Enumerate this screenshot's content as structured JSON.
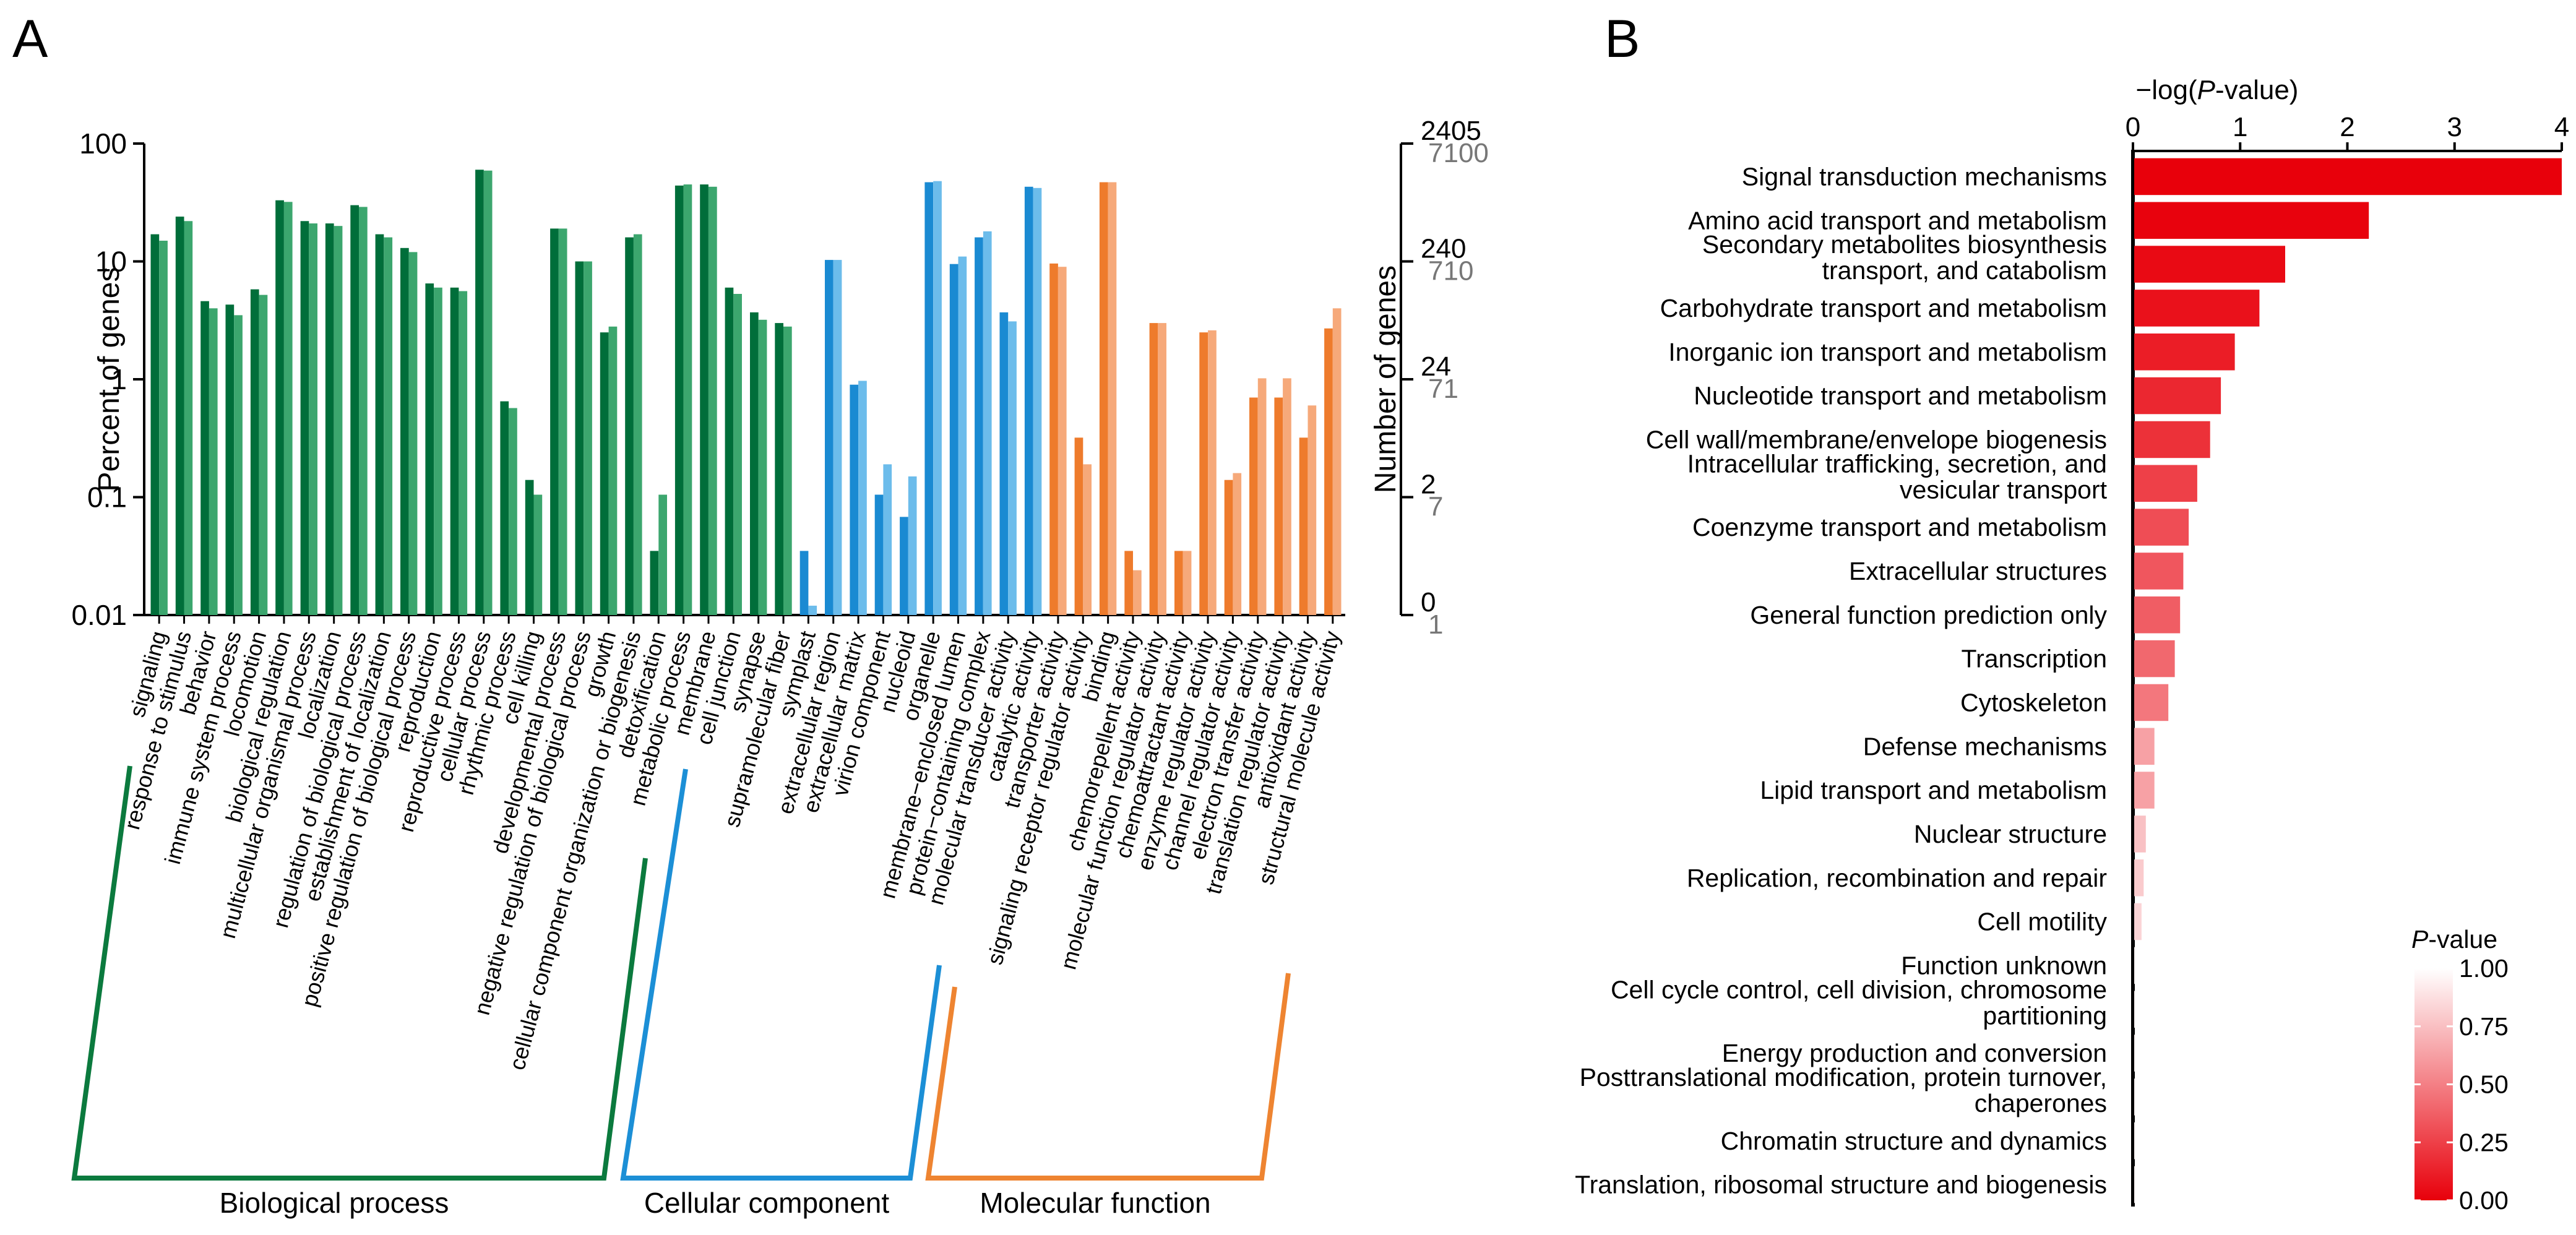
{
  "panels": {
    "a": {
      "letter": "A"
    },
    "b": {
      "letter": "B"
    }
  },
  "colors": {
    "bp_dark": "#006E3A",
    "bp_light": "#3CA66E",
    "cc_dark": "#1A8AD2",
    "cc_light": "#6CBCEB",
    "mf_dark": "#EE7B2C",
    "mf_light": "#F6A97A",
    "bp_bracket": "#0B7A3E",
    "cc_bracket": "#1C8FD6",
    "mf_bracket": "#EE8431",
    "bar_high": "#E8000B",
    "bar_low": "#FFFFFF"
  },
  "chart_data": [
    {
      "type": "bar",
      "panel": "A",
      "ylabel": "Percent of genes",
      "ylabel_right": "Number of genes",
      "yscale": "log",
      "ylim": [
        0.01,
        100
      ],
      "yticks": [
        "100",
        "10",
        "1",
        "0.1",
        "0.01"
      ],
      "right_ticks": [
        {
          "dark": "2405",
          "light": "7100"
        },
        {
          "dark": "240",
          "light": "710"
        },
        {
          "dark": "24",
          "light": "71"
        },
        {
          "dark": "2",
          "light": "7"
        },
        {
          "dark": "0",
          "light": "1"
        }
      ],
      "groups": [
        {
          "name": "Biological process",
          "key": "bp",
          "count": 26
        },
        {
          "name": "Cellular component",
          "key": "cc",
          "count": 10
        },
        {
          "name": "Molecular function",
          "key": "mf",
          "count": 12
        }
      ],
      "categories": [
        "signaling",
        "response to stimulus",
        "behavior",
        "immune system process",
        "locomotion",
        "biological regulation",
        "multicellular organismal process",
        "localization",
        "regulation of biological process",
        "establishment of localization",
        "positive regulation of biological process",
        "reproduction",
        "reproductive process",
        "cellular process",
        "rhythmic process",
        "cell killing",
        "developmental process",
        "negative regulation of biological process",
        "growth",
        "cellular component organization or biogenesis",
        "detoxification",
        "metabolic process",
        "membrane",
        "cell junction",
        "synapse",
        "supramolecular fiber",
        "symplast",
        "extracellular region",
        "extracellular matrix",
        "virion component",
        "nucleoid",
        "organelle",
        "membrane−enclosed lumen",
        "protein−containing complex",
        "molecular transducer activity",
        "catalytic activity",
        "transporter activity",
        "signaling receptor regulator activity",
        "binding",
        "chemorepellent activity",
        "molecular function regulator activity",
        "chemoattractant activity",
        "enzyme regulator activity",
        "channel regulator activity",
        "electron transfer activity",
        "translation regulator activity",
        "antioxidant activity",
        "structural molecule activity"
      ],
      "series": [
        {
          "values": [
            17,
            24,
            4.6,
            4.3,
            5.8,
            33,
            22,
            21,
            30,
            17,
            13,
            6.5,
            6.0,
            60,
            0.65,
            0.14,
            19,
            10,
            2.5,
            16,
            0.035,
            44,
            45,
            6.0,
            3.7,
            3.0,
            0.035,
            10.3,
            0.9,
            0.105,
            0.068,
            47,
            9.5,
            16,
            3.7,
            43,
            9.6,
            0.32,
            47,
            0.035,
            3.0,
            0.035,
            2.5,
            0.14,
            0.7,
            0.7,
            0.32,
            2.7
          ]
        },
        {
          "values": [
            15,
            22,
            4.0,
            3.5,
            5.2,
            32,
            21,
            20,
            29,
            16,
            12,
            6.0,
            5.6,
            59,
            0.57,
            0.105,
            19,
            10,
            2.8,
            17,
            0.105,
            45,
            43,
            5.3,
            3.2,
            2.8,
            0.012,
            10.3,
            0.97,
            0.19,
            0.15,
            48,
            11,
            18,
            3.1,
            42,
            9.0,
            0.19,
            47,
            0.024,
            3.0,
            0.035,
            2.6,
            0.16,
            1.02,
            1.02,
            0.6,
            4.0
          ]
        }
      ]
    },
    {
      "type": "bar",
      "panel": "B",
      "orientation": "horizontal",
      "xlabel_parts": [
        "−log(",
        "P",
        "-value)"
      ],
      "xlim": [
        0,
        4
      ],
      "xticks": [
        "0",
        "1",
        "2",
        "3",
        "4"
      ],
      "legend": {
        "title_parts": [
          "P",
          "-value"
        ],
        "ticks": [
          "1.00",
          "0.75",
          "0.50",
          "0.25",
          "0.00"
        ]
      },
      "categories": [
        [
          "Signal transduction mechanisms"
        ],
        [
          "Amino acid transport and metabolism"
        ],
        [
          "Secondary metabolites biosynthesis",
          "transport, and catabolism"
        ],
        [
          "Carbohydrate transport and metabolism"
        ],
        [
          "Inorganic ion transport and metabolism"
        ],
        [
          "Nucleotide transport and metabolism"
        ],
        [
          "Cell wall/membrane/envelope biogenesis"
        ],
        [
          "Intracellular trafficking, secretion, and",
          "vesicular transport"
        ],
        [
          "Coenzyme transport and metabolism"
        ],
        [
          "Extracellular structures"
        ],
        [
          "General function prediction only"
        ],
        [
          "Transcription"
        ],
        [
          "Cytoskeleton"
        ],
        [
          "Defense mechanisms"
        ],
        [
          "Lipid transport and metabolism"
        ],
        [
          "Nuclear structure"
        ],
        [
          "Replication, recombination and repair"
        ],
        [
          "Cell motility"
        ],
        [
          "Function unknown"
        ],
        [
          "Cell cycle control, cell division, chromosome",
          "partitioning"
        ],
        [
          "Energy production and conversion"
        ],
        [
          "Posttranslational modification, protein turnover,",
          "chaperones"
        ],
        [
          "Chromatin structure and dynamics"
        ],
        [
          "Translation, ribosomal structure and biogenesis"
        ]
      ],
      "values": [
        4.0,
        2.2,
        1.42,
        1.18,
        0.95,
        0.82,
        0.72,
        0.6,
        0.52,
        0.47,
        0.44,
        0.39,
        0.33,
        0.2,
        0.2,
        0.12,
        0.1,
        0.08,
        0.02,
        0.02,
        0.02,
        0.02,
        0.02,
        0.02
      ]
    }
  ]
}
